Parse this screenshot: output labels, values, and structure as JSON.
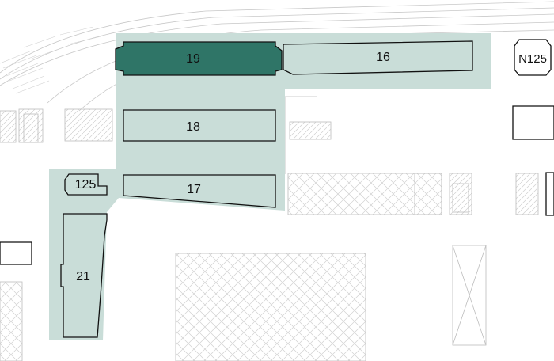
{
  "colors": {
    "site_area": "#c9ddd8",
    "building_fill": "#c9ddd8",
    "building_selected": "#2f7567",
    "building_stroke": "#111111",
    "context_stroke": "#b5b5b5",
    "label_light": "#ffffff",
    "label_dark": "#111111"
  },
  "map": {
    "buildings": [
      {
        "id": "19",
        "label": "19",
        "selected": true
      },
      {
        "id": "16",
        "label": "16",
        "selected": false
      },
      {
        "id": "18",
        "label": "18",
        "selected": false
      },
      {
        "id": "17",
        "label": "17",
        "selected": false
      },
      {
        "id": "125",
        "label": "125",
        "selected": false
      },
      {
        "id": "21",
        "label": "21",
        "selected": false
      },
      {
        "id": "N125",
        "label": "N125",
        "selected": false
      }
    ]
  }
}
